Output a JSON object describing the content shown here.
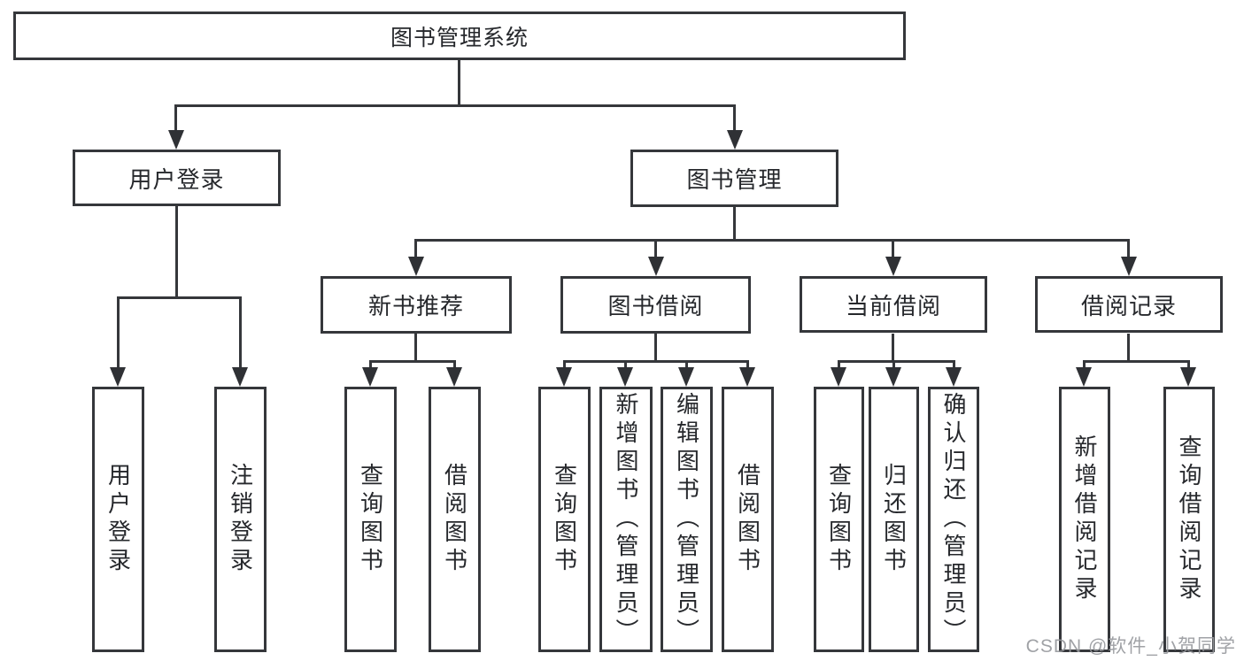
{
  "tree": {
    "root": {
      "label": "图书管理系统"
    },
    "branches": [
      {
        "label": "用户登录",
        "children": [
          "用户登录",
          "注销登录"
        ]
      },
      {
        "label": "图书管理",
        "modules": [
          {
            "label": "新书推荐",
            "children": [
              "查询图书",
              "借阅图书"
            ]
          },
          {
            "label": "图书借阅",
            "children": [
              "查询图书",
              "新增图书（管理员）",
              "编辑图书（管理员）",
              "借阅图书"
            ]
          },
          {
            "label": "当前借阅",
            "children": [
              "查询图书",
              "归还图书",
              "确认归还（管理员）"
            ]
          },
          {
            "label": "借阅记录",
            "children": [
              "新增借阅记录",
              "查询借阅记录"
            ]
          }
        ]
      }
    ]
  },
  "watermark": "CSDN @软件_小贺同学",
  "colors": {
    "line": "#35373b",
    "text": "#26282c",
    "background": "#ffffff",
    "watermark": "#96989c"
  }
}
